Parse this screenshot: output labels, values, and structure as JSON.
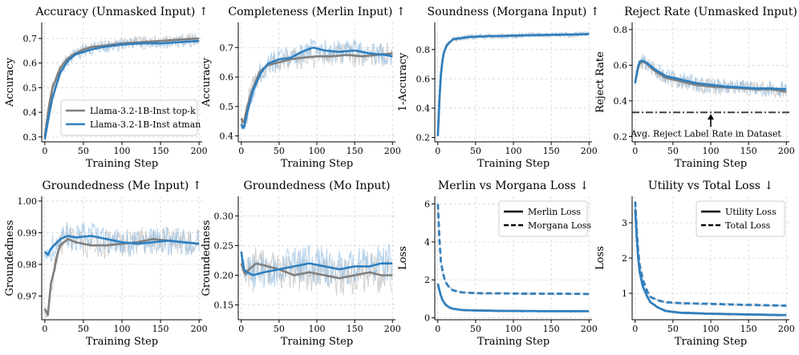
{
  "colors": {
    "gray": "#7f7f7f",
    "blue": "#2e7fbf",
    "gray_raw": "#b8b8b8",
    "blue_raw": "#8cb9de",
    "grid": "#d4d4d4",
    "ref_line": "#404040"
  },
  "chart_data": [
    {
      "type": "line",
      "title": "Accuracy (Unmasked Input) ↑",
      "xlabel": "Training Step",
      "ylabel": "Accuracy",
      "xlim": [
        -4,
        204
      ],
      "ylim": [
        0.28,
        0.765
      ],
      "xticks": [
        0,
        50,
        100,
        150,
        200
      ],
      "yticks": [
        0.3,
        0.4,
        0.5,
        0.6,
        0.7
      ],
      "ytick_labels": [
        "0.3",
        "0.4",
        "0.5",
        "0.6",
        "0.7"
      ],
      "grid": true,
      "noise": 0.025,
      "legend": {
        "placement": "lower-right",
        "entries": [
          {
            "label": "Llama-3.2-1B-Inst top-k",
            "color_key": "gray",
            "dash": false
          },
          {
            "label": "Llama-3.2-1B-Inst atman",
            "color_key": "blue",
            "dash": false
          }
        ]
      },
      "series": [
        {
          "name": "Llama-3.2-1B-Inst top-k",
          "color_key": "gray",
          "dash": false,
          "x": [
            0,
            5,
            10,
            20,
            30,
            40,
            50,
            60,
            75,
            100,
            125,
            150,
            175,
            200
          ],
          "y": [
            0.3,
            0.42,
            0.5,
            0.58,
            0.62,
            0.64,
            0.655,
            0.665,
            0.67,
            0.68,
            0.685,
            0.69,
            0.695,
            0.7
          ]
        },
        {
          "name": "Llama-3.2-1B-Inst atman",
          "color_key": "blue",
          "dash": false,
          "x": [
            0,
            5,
            10,
            20,
            30,
            40,
            50,
            60,
            75,
            100,
            125,
            150,
            175,
            200
          ],
          "y": [
            0.29,
            0.38,
            0.46,
            0.56,
            0.61,
            0.635,
            0.645,
            0.655,
            0.665,
            0.675,
            0.68,
            0.68,
            0.685,
            0.69
          ]
        }
      ]
    },
    {
      "type": "line",
      "title": "Completeness (Merlin Input) ↑",
      "xlabel": "Training Step",
      "ylabel": "Accuracy",
      "xlim": [
        -4,
        204
      ],
      "ylim": [
        0.38,
        0.785
      ],
      "xticks": [
        0,
        50,
        100,
        150,
        200
      ],
      "yticks": [
        0.4,
        0.5,
        0.6,
        0.7
      ],
      "ytick_labels": [
        "0.4",
        "0.5",
        "0.6",
        "0.7"
      ],
      "grid": true,
      "noise": 0.04,
      "series": [
        {
          "name": "",
          "color_key": "gray",
          "dash": false,
          "x": [
            0,
            3,
            8,
            15,
            25,
            35,
            50,
            65,
            80,
            100,
            120,
            140,
            160,
            180,
            200
          ],
          "y": [
            0.46,
            0.44,
            0.5,
            0.56,
            0.62,
            0.64,
            0.65,
            0.66,
            0.665,
            0.67,
            0.67,
            0.675,
            0.67,
            0.675,
            0.68
          ]
        },
        {
          "name": "",
          "color_key": "blue",
          "dash": false,
          "x": [
            0,
            3,
            8,
            15,
            25,
            35,
            50,
            65,
            80,
            95,
            110,
            130,
            150,
            170,
            190,
            200
          ],
          "y": [
            0.44,
            0.42,
            0.48,
            0.55,
            0.61,
            0.645,
            0.66,
            0.665,
            0.685,
            0.7,
            0.69,
            0.685,
            0.69,
            0.68,
            0.675,
            0.67
          ]
        }
      ]
    },
    {
      "type": "line",
      "title": "Soundness (Morgana Input) ↑",
      "xlabel": "Training Step",
      "ylabel": "1-Accuracy",
      "xlim": [
        -4,
        204
      ],
      "ylim": [
        0.17,
        0.985
      ],
      "xticks": [
        0,
        50,
        100,
        150,
        200
      ],
      "yticks": [
        0.2,
        0.4,
        0.6,
        0.8
      ],
      "ytick_labels": [
        "0.2",
        "0.4",
        "0.6",
        "0.8"
      ],
      "grid": true,
      "noise": 0.018,
      "series": [
        {
          "name": "",
          "color_key": "gray",
          "dash": false,
          "x": [
            0,
            2,
            4,
            6,
            8,
            12,
            20,
            40,
            60,
            100,
            150,
            200
          ],
          "y": [
            0.21,
            0.45,
            0.62,
            0.72,
            0.78,
            0.83,
            0.87,
            0.885,
            0.89,
            0.895,
            0.9,
            0.905
          ]
        },
        {
          "name": "",
          "color_key": "blue",
          "dash": false,
          "x": [
            0,
            2,
            4,
            6,
            8,
            12,
            20,
            40,
            60,
            100,
            150,
            200
          ],
          "y": [
            0.21,
            0.45,
            0.62,
            0.72,
            0.78,
            0.83,
            0.87,
            0.885,
            0.89,
            0.895,
            0.9,
            0.905
          ]
        }
      ]
    },
    {
      "type": "line",
      "title": "Reject Rate (Unmasked Input)",
      "xlabel": "Training Step",
      "ylabel": "Reject Rate",
      "xlim": [
        -4,
        204
      ],
      "ylim": [
        0.17,
        0.84
      ],
      "xticks": [
        0,
        50,
        100,
        150,
        200
      ],
      "yticks": [
        0.2,
        0.4,
        0.6,
        0.8
      ],
      "ytick_labels": [
        "0.2",
        "0.4",
        "0.6",
        "0.8"
      ],
      "grid": true,
      "noise": 0.045,
      "hline": {
        "y": 0.335,
        "label": "Avg. Reject Label Rate in Dataset",
        "arrow_x": 100
      },
      "series": [
        {
          "name": "",
          "color_key": "gray",
          "dash": false,
          "x": [
            0,
            3,
            6,
            10,
            15,
            25,
            40,
            60,
            80,
            100,
            120,
            140,
            160,
            180,
            200
          ],
          "y": [
            0.5,
            0.57,
            0.61,
            0.62,
            0.61,
            0.57,
            0.53,
            0.51,
            0.49,
            0.48,
            0.475,
            0.47,
            0.465,
            0.465,
            0.45
          ]
        },
        {
          "name": "",
          "color_key": "blue",
          "dash": false,
          "x": [
            0,
            3,
            6,
            10,
            15,
            25,
            40,
            60,
            80,
            100,
            120,
            140,
            160,
            180,
            200
          ],
          "y": [
            0.5,
            0.58,
            0.62,
            0.625,
            0.615,
            0.58,
            0.54,
            0.52,
            0.5,
            0.49,
            0.48,
            0.475,
            0.47,
            0.47,
            0.465
          ]
        }
      ]
    },
    {
      "type": "line",
      "title": "Groundedness (Me Input) ↑",
      "xlabel": "Training Step",
      "ylabel": "Groundedness",
      "xlim": [
        -4,
        204
      ],
      "ylim": [
        0.9625,
        1.0015
      ],
      "xticks": [
        0,
        50,
        100,
        150,
        200
      ],
      "yticks": [
        0.97,
        0.98,
        0.99,
        1.0
      ],
      "ytick_labels": [
        "0.97",
        "0.98",
        "0.99",
        "1.00"
      ],
      "grid": true,
      "noise": 0.0045,
      "series": [
        {
          "name": "",
          "color_key": "gray",
          "dash": false,
          "x": [
            0,
            4,
            8,
            12,
            16,
            20,
            30,
            40,
            60,
            80,
            100,
            120,
            140,
            160,
            180,
            200
          ],
          "y": [
            0.966,
            0.964,
            0.974,
            0.978,
            0.983,
            0.986,
            0.988,
            0.987,
            0.986,
            0.986,
            0.9865,
            0.987,
            0.988,
            0.9875,
            0.987,
            0.9865
          ]
        },
        {
          "name": "",
          "color_key": "blue",
          "dash": false,
          "x": [
            0,
            4,
            8,
            12,
            16,
            20,
            30,
            40,
            60,
            80,
            100,
            120,
            140,
            160,
            180,
            200
          ],
          "y": [
            0.984,
            0.983,
            0.985,
            0.986,
            0.987,
            0.988,
            0.989,
            0.9885,
            0.989,
            0.988,
            0.987,
            0.9865,
            0.987,
            0.9875,
            0.987,
            0.9865
          ]
        }
      ]
    },
    {
      "type": "line",
      "title": "Groundedness (Mo Input)",
      "xlabel": "Training Step",
      "ylabel": "Groundedness",
      "xlim": [
        -4,
        204
      ],
      "ylim": [
        0.125,
        0.333
      ],
      "xticks": [
        0,
        50,
        100,
        150,
        200
      ],
      "yticks": [
        0.15,
        0.2,
        0.25,
        0.3
      ],
      "ytick_labels": [
        "0.15",
        "0.20",
        "0.25",
        "0.30"
      ],
      "grid": true,
      "noise": 0.032,
      "series": [
        {
          "name": "",
          "color_key": "gray",
          "dash": false,
          "x": [
            0,
            5,
            10,
            20,
            35,
            50,
            70,
            90,
            110,
            130,
            150,
            170,
            185,
            200
          ],
          "y": [
            0.22,
            0.2,
            0.21,
            0.22,
            0.215,
            0.21,
            0.2,
            0.205,
            0.2,
            0.195,
            0.2,
            0.205,
            0.2,
            0.2
          ]
        },
        {
          "name": "",
          "color_key": "blue",
          "dash": false,
          "x": [
            0,
            3,
            8,
            15,
            30,
            50,
            70,
            90,
            110,
            130,
            150,
            170,
            185,
            200
          ],
          "y": [
            0.24,
            0.21,
            0.205,
            0.2,
            0.205,
            0.21,
            0.215,
            0.22,
            0.215,
            0.21,
            0.215,
            0.215,
            0.22,
            0.22
          ]
        }
      ]
    },
    {
      "type": "line",
      "title": "Merlin vs Morgana Loss ↓",
      "xlabel": "Training Step",
      "ylabel": "Loss",
      "xlim": [
        -4,
        204
      ],
      "ylim": [
        -0.1,
        6.4
      ],
      "xticks": [
        0,
        50,
        100,
        150,
        200
      ],
      "yticks": [
        0,
        2,
        4,
        6
      ],
      "ytick_labels": [
        "0",
        "2",
        "4",
        "6"
      ],
      "grid": true,
      "noise": 0.06,
      "legend": {
        "placement": "top-right",
        "entries": [
          {
            "label": "Merlin Loss",
            "color_key": "black",
            "dash": false
          },
          {
            "label": "Morgana Loss",
            "color_key": "black",
            "dash": true
          }
        ]
      },
      "series": [
        {
          "name": "",
          "color_key": "gray",
          "dash": false,
          "x": [
            0,
            3,
            6,
            10,
            15,
            20,
            30,
            40,
            60,
            80,
            100,
            150,
            200
          ],
          "y": [
            1.8,
            1.3,
            0.95,
            0.7,
            0.55,
            0.48,
            0.42,
            0.4,
            0.38,
            0.37,
            0.36,
            0.35,
            0.35
          ]
        },
        {
          "name": "",
          "color_key": "blue",
          "dash": false,
          "x": [
            0,
            3,
            6,
            10,
            15,
            20,
            30,
            40,
            60,
            80,
            100,
            150,
            200
          ],
          "y": [
            1.8,
            1.3,
            0.95,
            0.7,
            0.55,
            0.48,
            0.42,
            0.4,
            0.38,
            0.37,
            0.36,
            0.35,
            0.35
          ]
        },
        {
          "name": "",
          "color_key": "gray",
          "dash": true,
          "x": [
            0,
            2,
            4,
            7,
            10,
            15,
            20,
            30,
            50,
            100,
            150,
            200
          ],
          "y": [
            6.0,
            4.2,
            3.0,
            2.3,
            1.9,
            1.6,
            1.45,
            1.35,
            1.3,
            1.28,
            1.27,
            1.26
          ]
        },
        {
          "name": "",
          "color_key": "blue",
          "dash": true,
          "x": [
            0,
            2,
            4,
            7,
            10,
            15,
            20,
            30,
            50,
            100,
            150,
            200
          ],
          "y": [
            6.0,
            4.2,
            3.0,
            2.3,
            1.9,
            1.6,
            1.45,
            1.35,
            1.3,
            1.28,
            1.27,
            1.26
          ]
        }
      ]
    },
    {
      "type": "line",
      "title": "Utility vs Total Loss ↓",
      "xlabel": "Training Step",
      "ylabel": "Loss",
      "xlim": [
        -4,
        204
      ],
      "ylim": [
        0.25,
        3.75
      ],
      "xticks": [
        0,
        50,
        100,
        150,
        200
      ],
      "yticks": [
        1,
        2,
        3
      ],
      "ytick_labels": [
        "1",
        "2",
        "3"
      ],
      "grid": true,
      "noise": 0.04,
      "legend": {
        "placement": "top-right",
        "entries": [
          {
            "label": "Utility Loss",
            "color_key": "black",
            "dash": false
          },
          {
            "label": "Total Loss",
            "color_key": "black",
            "dash": true
          }
        ]
      },
      "series": [
        {
          "name": "",
          "color_key": "gray",
          "dash": false,
          "x": [
            0,
            3,
            6,
            10,
            15,
            20,
            30,
            40,
            60,
            100,
            150,
            200
          ],
          "y": [
            3.4,
            2.2,
            1.6,
            1.2,
            0.95,
            0.75,
            0.6,
            0.5,
            0.45,
            0.42,
            0.4,
            0.38
          ]
        },
        {
          "name": "",
          "color_key": "blue",
          "dash": false,
          "x": [
            0,
            3,
            6,
            10,
            15,
            20,
            30,
            40,
            60,
            100,
            150,
            200
          ],
          "y": [
            3.4,
            2.2,
            1.6,
            1.2,
            0.95,
            0.75,
            0.6,
            0.5,
            0.45,
            0.42,
            0.4,
            0.38
          ]
        },
        {
          "name": "",
          "color_key": "gray",
          "dash": true,
          "x": [
            0,
            3,
            6,
            10,
            15,
            20,
            30,
            40,
            60,
            100,
            150,
            200
          ],
          "y": [
            3.6,
            2.4,
            1.8,
            1.4,
            1.1,
            0.9,
            0.8,
            0.75,
            0.72,
            0.7,
            0.67,
            0.65
          ]
        },
        {
          "name": "",
          "color_key": "blue",
          "dash": true,
          "x": [
            0,
            3,
            6,
            10,
            15,
            20,
            30,
            40,
            60,
            100,
            150,
            200
          ],
          "y": [
            3.6,
            2.4,
            1.8,
            1.4,
            1.1,
            0.9,
            0.8,
            0.75,
            0.72,
            0.7,
            0.67,
            0.65
          ]
        }
      ]
    }
  ]
}
